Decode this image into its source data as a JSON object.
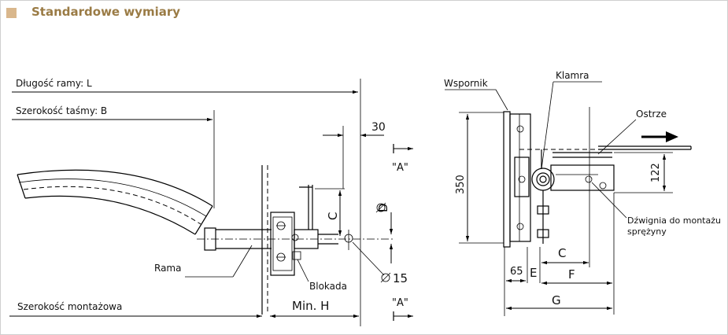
{
  "header": {
    "title": "Standardowe wymiary",
    "accent": "#d9b78c",
    "title_color": "#9a7b45"
  },
  "labels": {
    "frame_length": "Długość ramy: L",
    "belt_width": "Szerokość taśmy: B",
    "dim_30": "30",
    "view_a_top": "\"A\"",
    "view_a_bottom": "\"A\"",
    "dim_c_left": "C",
    "dim_d": "D",
    "frame": "Rama",
    "lock": "Blokada",
    "dim_phi15": "15",
    "mount_width": "Szerokość montażowa",
    "min_h": "Min. H",
    "bracket": "Wspornik",
    "clamp": "Klamra",
    "blade": "Ostrze",
    "dim_350": "350",
    "dim_122": "122",
    "lever_line1": "Dźwignia do montażu",
    "lever_line2": "sprężyny",
    "dim_c_right": "C",
    "dim_65": "65",
    "dim_e": "E",
    "dim_f": "F",
    "dim_g": "G"
  }
}
